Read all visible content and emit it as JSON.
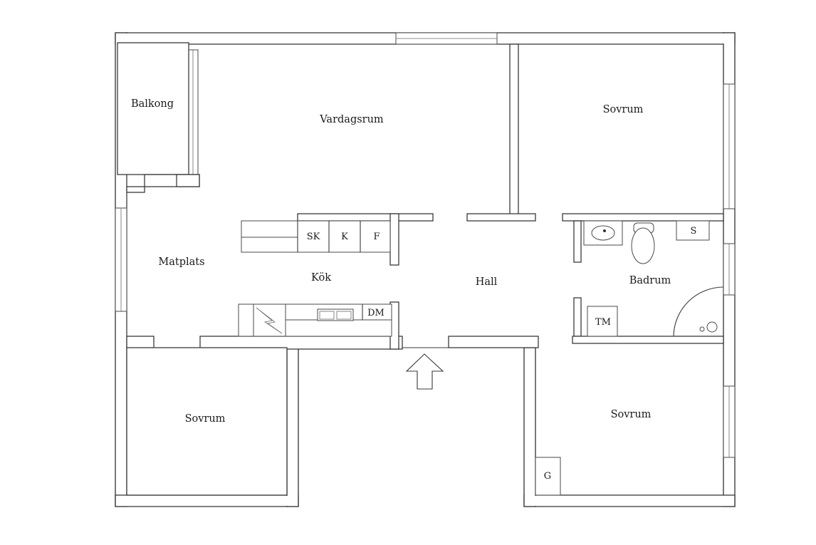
{
  "rooms": {
    "balkong": "Balkong",
    "vardagsrum": "Vardagsrum",
    "sovrum_ne": "Sovrum",
    "matplats": "Matplats",
    "kok": "Kök",
    "hall": "Hall",
    "badrum": "Badrum",
    "sovrum_sw": "Sovrum",
    "sovrum_se": "Sovrum"
  },
  "fixtures": {
    "sk": "SK",
    "k": "K",
    "f": "F",
    "dm": "DM",
    "s": "S",
    "tm": "TM",
    "g": "G"
  }
}
